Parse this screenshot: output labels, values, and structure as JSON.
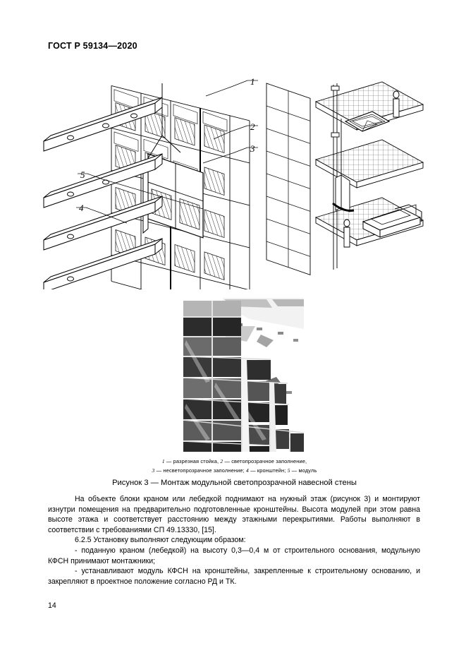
{
  "header": {
    "standard": "ГОСТ Р 59134—2020"
  },
  "figure": {
    "callouts": [
      {
        "id": "1",
        "label": "1"
      },
      {
        "id": "2",
        "label": "2"
      },
      {
        "id": "3",
        "label": "3"
      },
      {
        "id": "4",
        "label": "4"
      },
      {
        "id": "5",
        "label": "5"
      }
    ],
    "legend_line1_a": "1",
    "legend_line1_b": " — разрезная стойка, ",
    "legend_line1_c": "2",
    "legend_line1_d": " —  светопрозрачное заполнение,",
    "legend_line2_a": "3",
    "legend_line2_b": " — несветопрозрачное заполнение; ",
    "legend_line2_c": "4",
    "legend_line2_d": " —  кронштейн; ",
    "legend_line2_e": "5",
    "legend_line2_f": " — модуль",
    "caption": "Рисунок 3 — Монтаж модульной светопрозрачной навесной стены",
    "drawing_description": "Изометрическая схема монтажа модульной светопрозрачной навесной стены",
    "photo_description": "Фотография фасада здания с модульной светопрозрачной навесной стеной"
  },
  "body": {
    "paragraph1": "На объекте блоки краном или лебедкой поднимают на нужный этаж (рисунок 3) и монтируют изнутри помещения на предварительно подготовленные кронштейны. Высота модулей при этом равна высоте этажа и соответствует расстоянию между этажными перекрытиями. Работы выполняют в соответствии с требованиями СП 49.13330, [15].",
    "paragraph2": "6.2.5 Установку выполняют следующим образом:",
    "paragraph3": "- поданную краном (лебедкой) на высоту 0,3—0,4 м от строительного основания, модульную КФСН принимают монтажники;",
    "paragraph4": "- устанавливают модуль КФСН на кронштейны, закрепленные к строительному основанию, и закрепляют в проектное положение согласно РД и ТК."
  },
  "footer": {
    "page_number": "14"
  }
}
